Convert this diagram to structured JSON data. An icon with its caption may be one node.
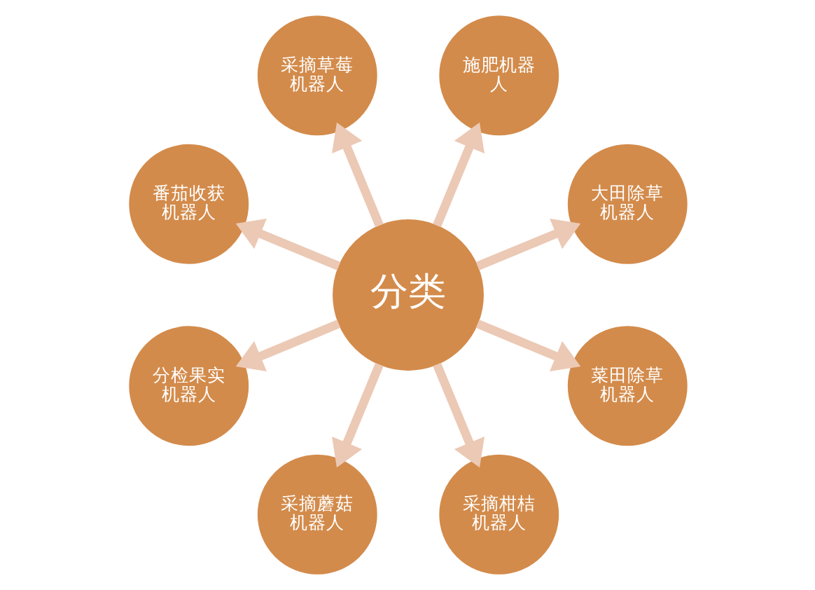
{
  "diagram": {
    "nodes": [
      {
        "text": [
          "施肥机器人"
        ]
      },
      {
        "text": [
          "采摘草莓机器人"
        ]
      },
      {
        "text": [
          "大田除草机器人"
        ]
      },
      {
        "text": [
          "番茄收获机器人"
        ]
      },
      {
        "text": [
          "分类"
        ]
      },
      {
        "text": [
          "菜田除草机器人"
        ]
      },
      {
        "text": [
          "分检果实机器人"
        ]
      },
      {
        "text": [
          "采摘柑桔机器人"
        ]
      },
      {
        "text": [
          "采摘蘑菇机器人"
        ]
      }
    ],
    "edges": [
      {
        "from": 4,
        "to": 0,
        "arrow": "to"
      },
      {
        "from": 4,
        "to": 2,
        "arrow": "to"
      },
      {
        "from": 4,
        "to": 5,
        "arrow": "to"
      },
      {
        "from": 4,
        "to": 7,
        "arrow": "to"
      },
      {
        "from": 4,
        "to": 8,
        "arrow": "to"
      },
      {
        "from": 4,
        "to": 6,
        "arrow": "to"
      },
      {
        "from": 4,
        "to": 3,
        "arrow": "to"
      },
      {
        "from": 4,
        "to": 1,
        "arrow": "to"
      }
    ]
  }
}
